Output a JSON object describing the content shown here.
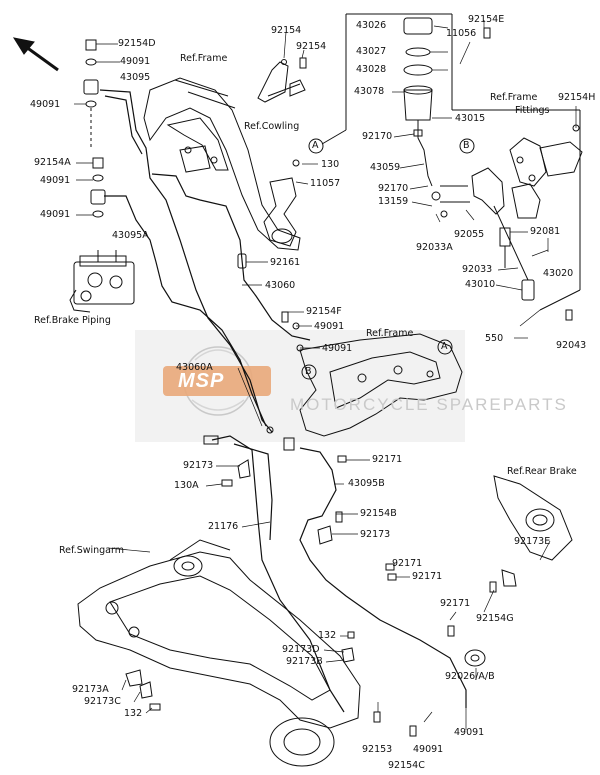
{
  "watermark": {
    "logo": "MSP",
    "text": "MOTORCYCLE SPAREPARTS"
  },
  "refs": {
    "frame_top": "Ref.Frame",
    "cowling": "Ref.Cowling",
    "frame_fittings_1": "Ref.Frame",
    "frame_fittings_2": "Fittings",
    "brake_piping": "Ref.Brake Piping",
    "frame_mid": "Ref.Frame",
    "rear_brake": "Ref.Rear Brake",
    "swingarm": "Ref.Swingarm"
  },
  "markers": {
    "a": "A",
    "b": "B"
  },
  "parts": {
    "p92154D": "92154D",
    "p92154": "92154",
    "p92154b": "92154",
    "p49091_1": "49091",
    "p43095": "43095",
    "p49091_2": "49091",
    "p92154A": "92154A",
    "p49091_3": "49091",
    "p49091_4": "49091",
    "p43095A": "43095A",
    "p130": "130",
    "p11057": "11057",
    "p92161": "92161",
    "p43060": "43060",
    "p92154F": "92154F",
    "p49091_5": "49091",
    "p49091_6": "49091",
    "p43060A": "43060A",
    "p43026": "43026",
    "p43027": "43027",
    "p43028": "43028",
    "p43078": "43078",
    "p92154E": "92154E",
    "p11056": "11056",
    "p43015": "43015",
    "p92154H": "92154H",
    "p92170_1": "92170",
    "p43059": "43059",
    "p92170_2": "92170",
    "p13159": "13159",
    "p92055": "92055",
    "p92033A": "92033A",
    "p92081": "92081",
    "p92033": "92033",
    "p43020": "43020",
    "p43010": "43010",
    "p550": "550",
    "p92043": "92043",
    "p92173_1": "92173",
    "p130A": "130A",
    "p92171_1": "92171",
    "p43095B": "43095B",
    "p21176": "21176",
    "p92154B": "92154B",
    "p92173_2": "92173",
    "p92171_2": "92171",
    "p92171_3": "92171",
    "p92173E": "92173E",
    "p92154G": "92154G",
    "p92171_4": "92171",
    "p132_1": "132",
    "p92173D": "92173D",
    "p92173B": "92173B",
    "p92026": "92026/A/B",
    "p92173A": "92173A",
    "p92173C": "92173C",
    "p132_2": "132",
    "p92153": "92153",
    "p49091_7": "49091",
    "p92154C": "92154C",
    "p49091_8": "49091"
  }
}
